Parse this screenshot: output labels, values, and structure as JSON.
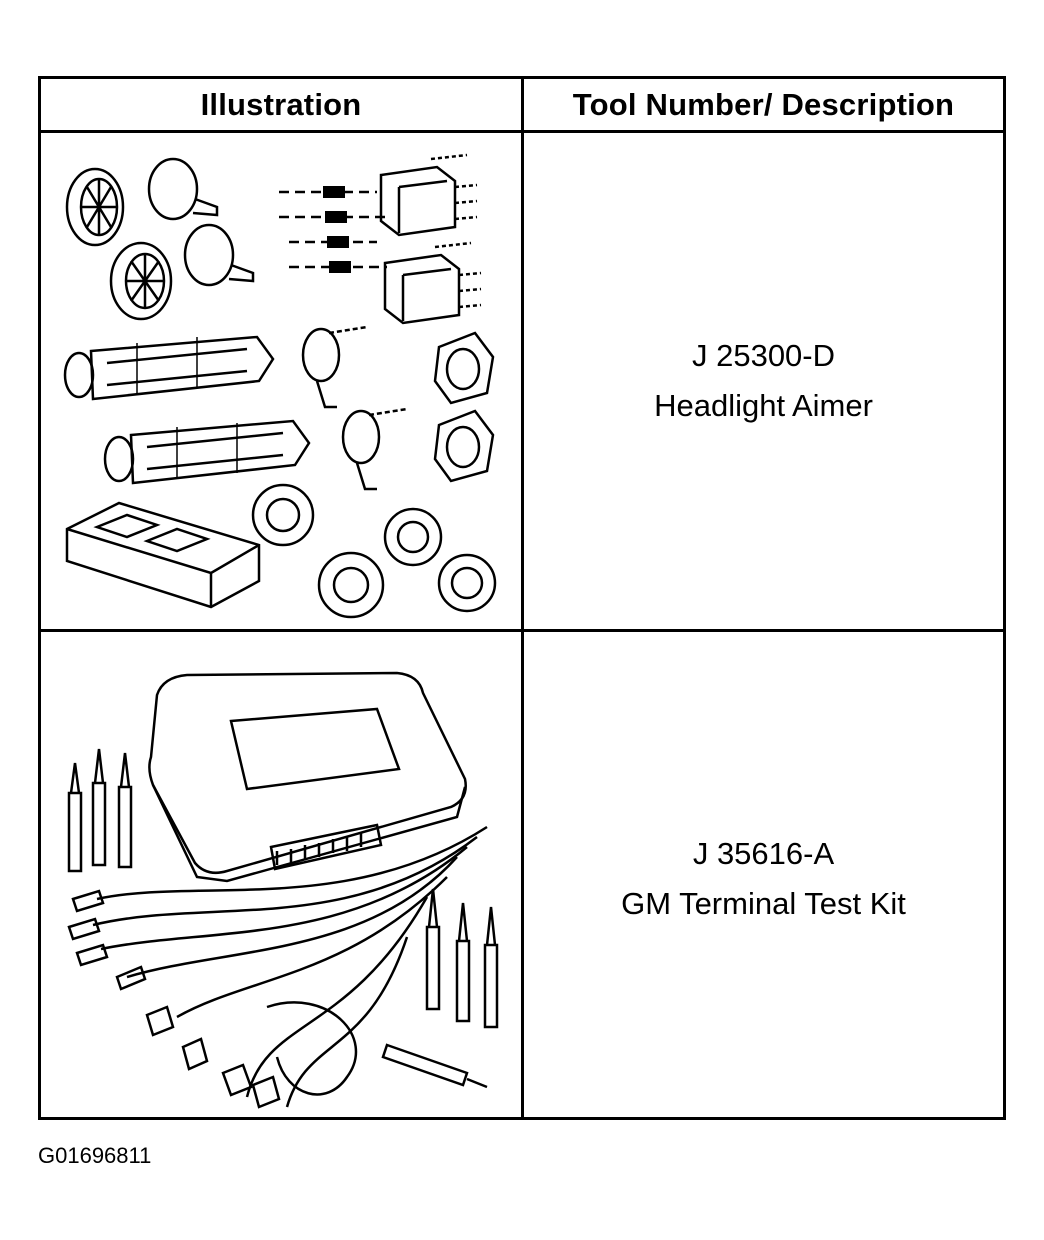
{
  "table": {
    "headers": {
      "illustration": "Illustration",
      "tool": "Tool Number/ Description"
    },
    "rows": [
      {
        "tool_number": "J 25300-D",
        "description": "Headlight Aimer"
      },
      {
        "tool_number": "J 35616-A",
        "description": "GM Terminal Test Kit"
      }
    ]
  },
  "figure_id": "G01696811"
}
